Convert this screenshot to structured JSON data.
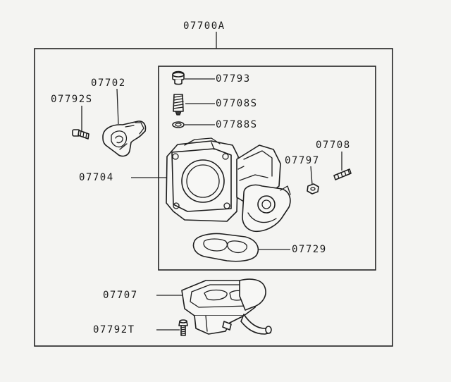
{
  "diagram": {
    "assembly_label": "07700A",
    "part_labels": {
      "p07702": "07702",
      "p07792S": "07792S",
      "p07793": "07793",
      "p07708S": "07708S",
      "p07788S": "07788S",
      "p07708": "07708",
      "p07797": "07797",
      "p07704": "07704",
      "p07729": "07729",
      "p07707": "07707",
      "p07792T": "07792T"
    }
  }
}
